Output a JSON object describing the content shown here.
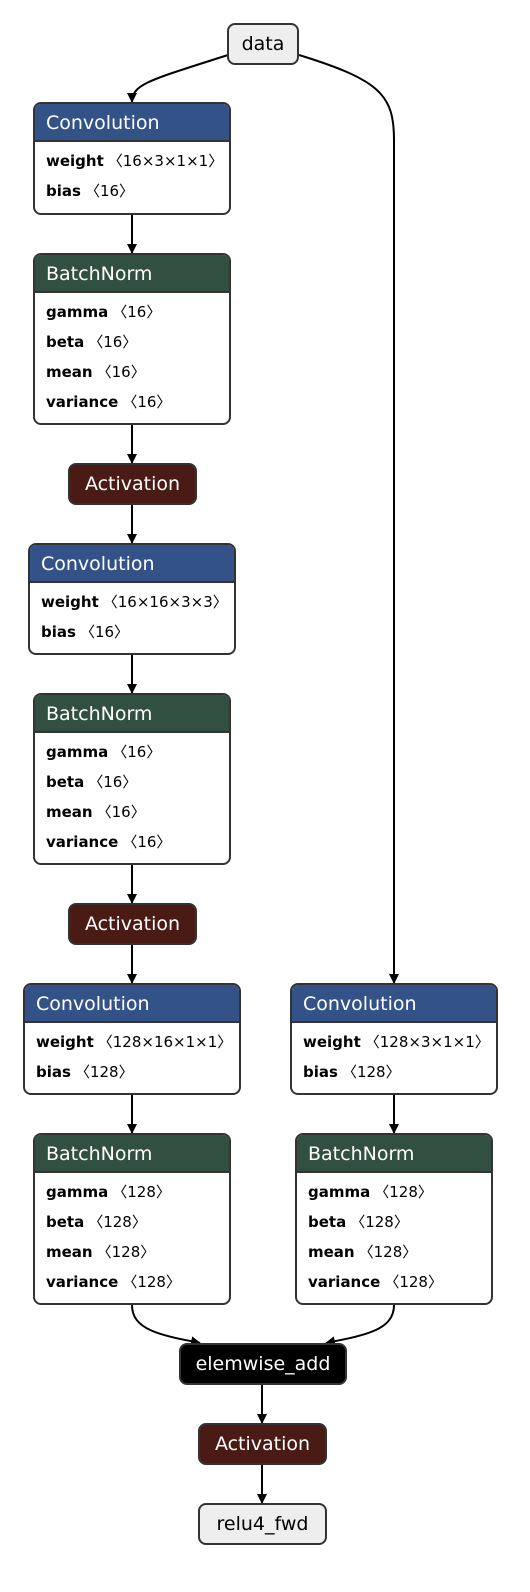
{
  "nodes": {
    "data": {
      "label": "data"
    },
    "conv1": {
      "label": "Convolution",
      "attrs": [
        {
          "name": "weight",
          "shape": "〈16×3×1×1〉"
        },
        {
          "name": "bias",
          "shape": "〈16〉"
        }
      ]
    },
    "bn1": {
      "label": "BatchNorm",
      "attrs": [
        {
          "name": "gamma",
          "shape": "〈16〉"
        },
        {
          "name": "beta",
          "shape": "〈16〉"
        },
        {
          "name": "mean",
          "shape": "〈16〉"
        },
        {
          "name": "variance",
          "shape": "〈16〉"
        }
      ]
    },
    "act1": {
      "label": "Activation"
    },
    "conv2": {
      "label": "Convolution",
      "attrs": [
        {
          "name": "weight",
          "shape": "〈16×16×3×3〉"
        },
        {
          "name": "bias",
          "shape": "〈16〉"
        }
      ]
    },
    "bn2": {
      "label": "BatchNorm",
      "attrs": [
        {
          "name": "gamma",
          "shape": "〈16〉"
        },
        {
          "name": "beta",
          "shape": "〈16〉"
        },
        {
          "name": "mean",
          "shape": "〈16〉"
        },
        {
          "name": "variance",
          "shape": "〈16〉"
        }
      ]
    },
    "act2": {
      "label": "Activation"
    },
    "conv3": {
      "label": "Convolution",
      "attrs": [
        {
          "name": "weight",
          "shape": "〈128×16×1×1〉"
        },
        {
          "name": "bias",
          "shape": "〈128〉"
        }
      ]
    },
    "bn3": {
      "label": "BatchNorm",
      "attrs": [
        {
          "name": "gamma",
          "shape": "〈128〉"
        },
        {
          "name": "beta",
          "shape": "〈128〉"
        },
        {
          "name": "mean",
          "shape": "〈128〉"
        },
        {
          "name": "variance",
          "shape": "〈128〉"
        }
      ]
    },
    "conv_sc": {
      "label": "Convolution",
      "attrs": [
        {
          "name": "weight",
          "shape": "〈128×3×1×1〉"
        },
        {
          "name": "bias",
          "shape": "〈128〉"
        }
      ]
    },
    "bn_sc": {
      "label": "BatchNorm",
      "attrs": [
        {
          "name": "gamma",
          "shape": "〈128〉"
        },
        {
          "name": "beta",
          "shape": "〈128〉"
        },
        {
          "name": "mean",
          "shape": "〈128〉"
        },
        {
          "name": "variance",
          "shape": "〈128〉"
        }
      ]
    },
    "add": {
      "label": "elemwise_add"
    },
    "act3": {
      "label": "Activation"
    },
    "out": {
      "label": "relu4_fwd"
    }
  },
  "colors": {
    "convolution_header": "#335388",
    "batchnorm_header": "#325041",
    "activation": "#4a1a15",
    "elemwise_add": "#000000",
    "io_node": "#eeeeee",
    "edge": "#000000"
  }
}
